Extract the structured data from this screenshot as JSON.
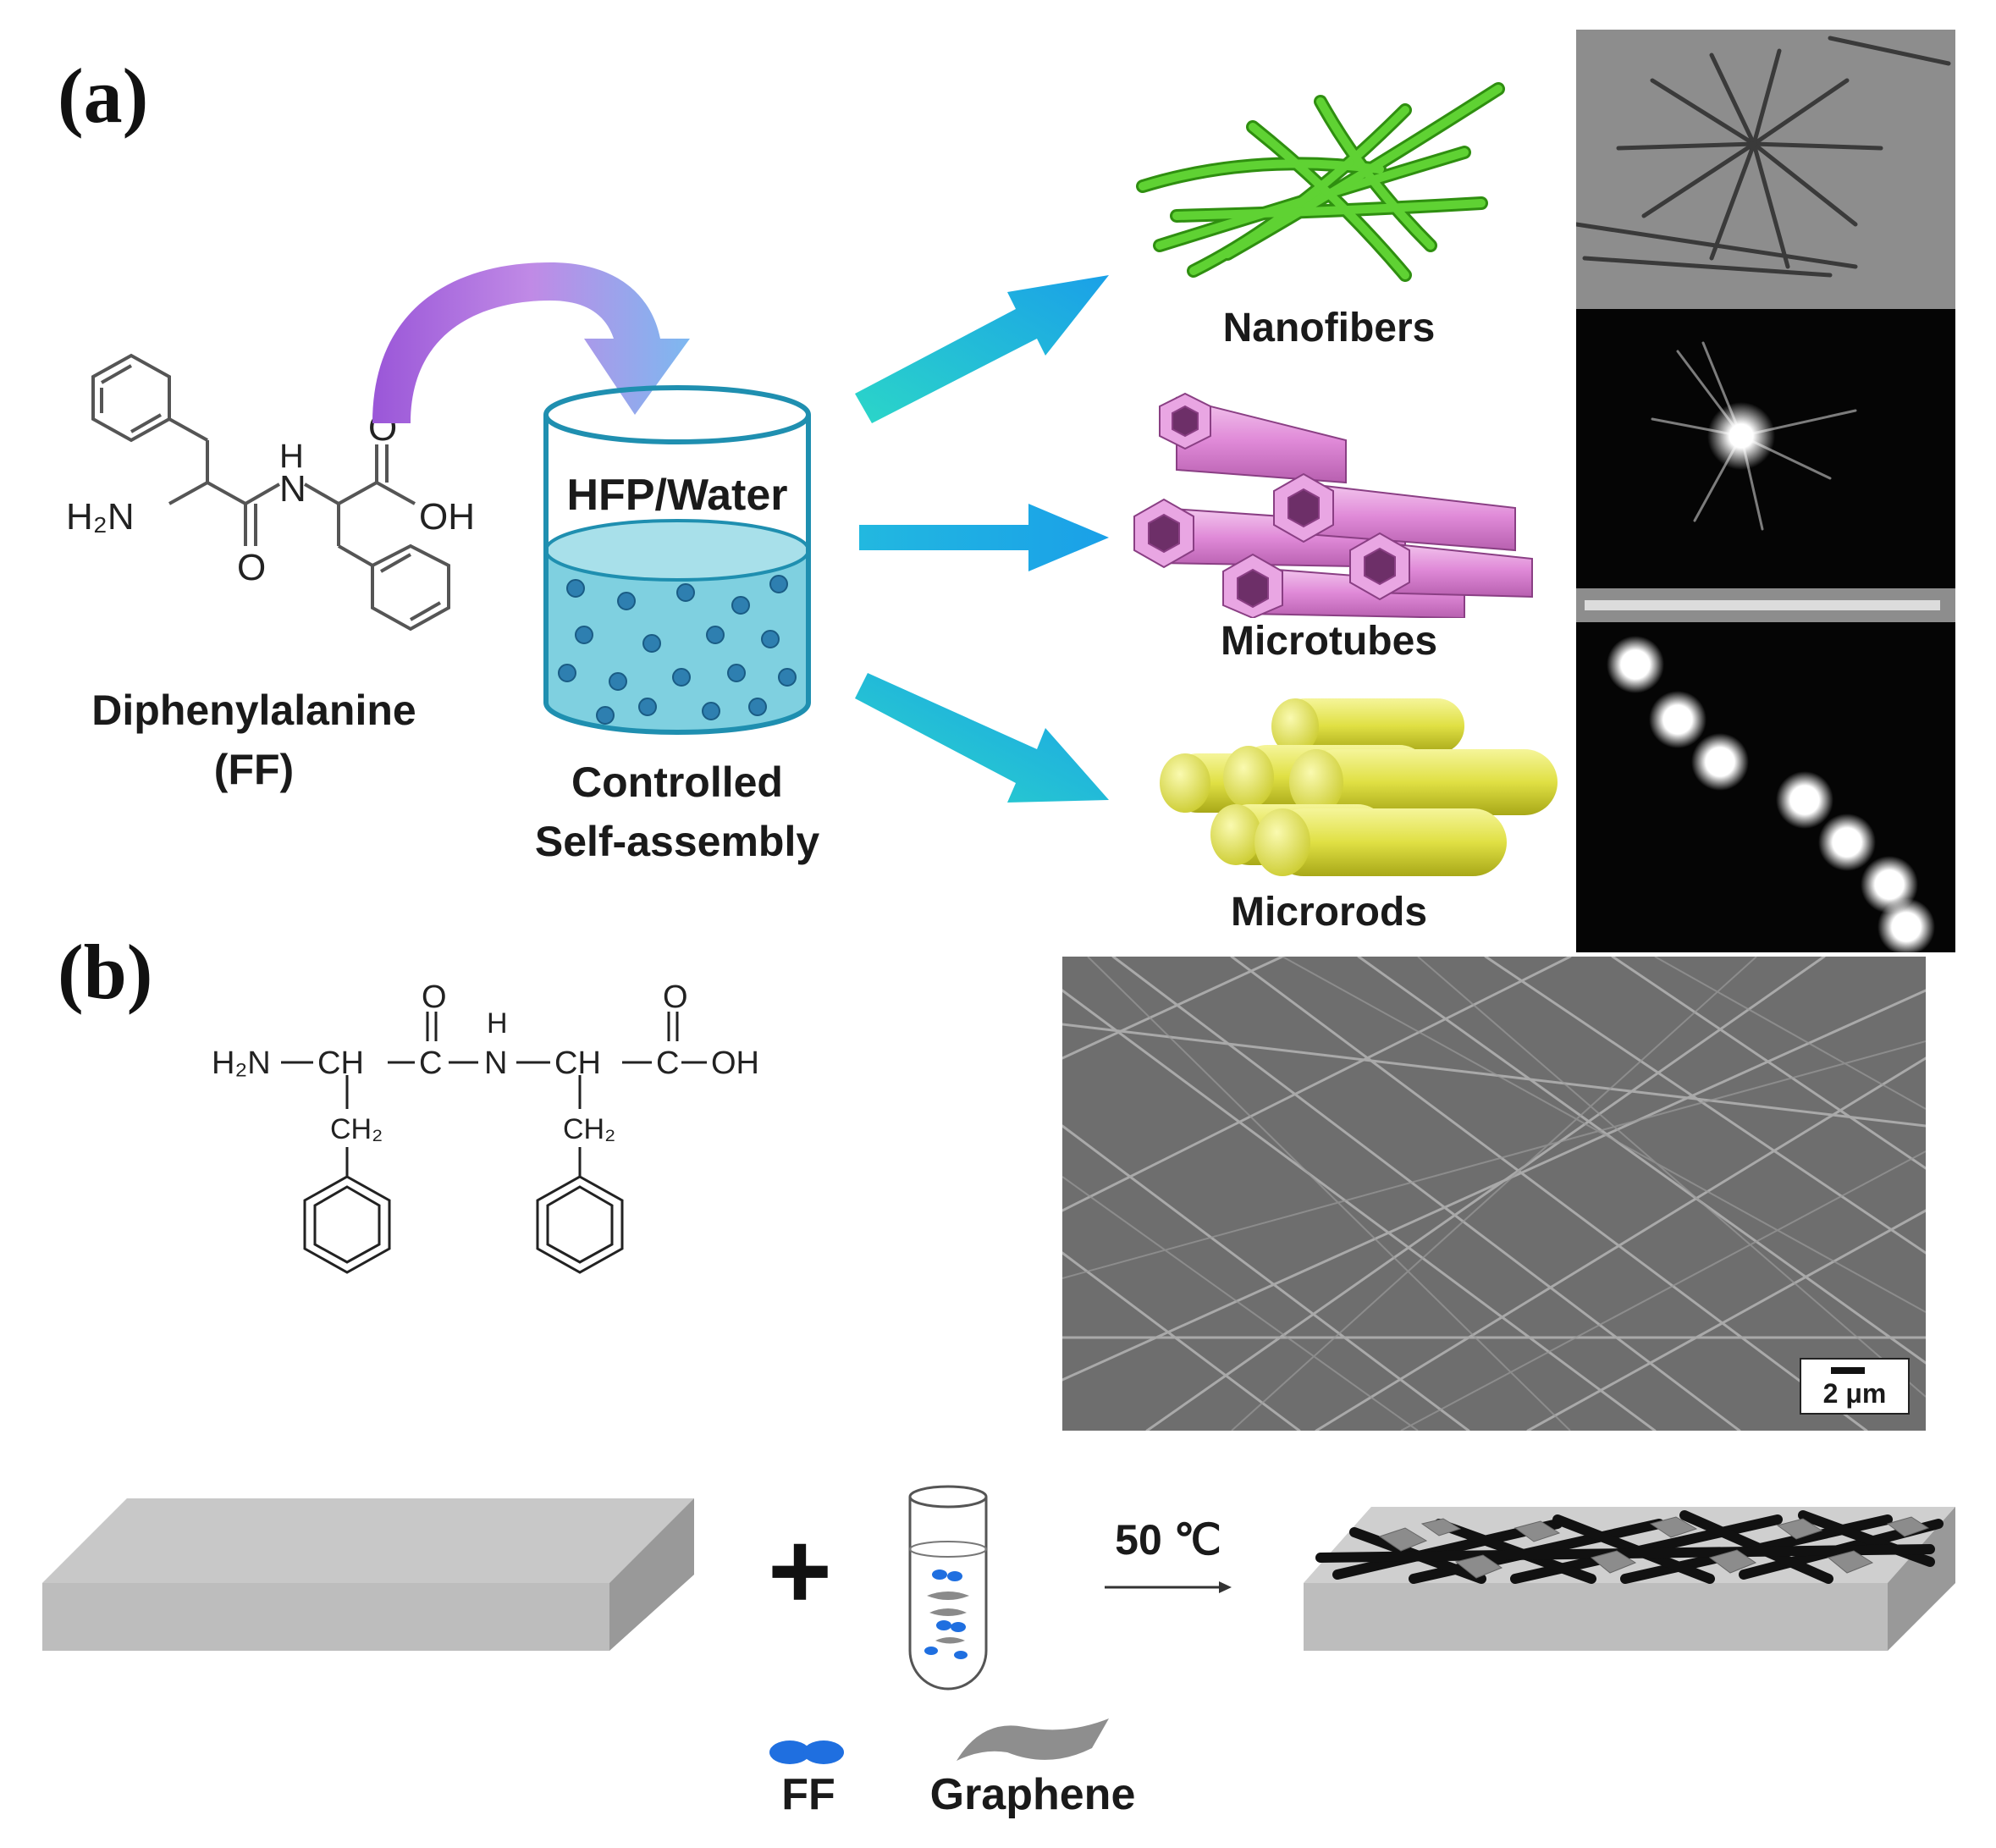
{
  "panels": {
    "a": {
      "letter": "(a)"
    },
    "b": {
      "letter": "(b)"
    }
  },
  "panel_a": {
    "molecule_name_line1": "Diphenylalanine",
    "molecule_name_line2": "(FF)",
    "atoms": {
      "h2n": "H₂N",
      "h": "H",
      "n": "N",
      "o_top": "O",
      "o_bottom": "O",
      "oh": "OH"
    },
    "beaker_label": "HFP/Water",
    "process_line1": "Controlled",
    "process_line2": "Self-assembly",
    "products": [
      "Nanofibers",
      "Microtubes",
      "Microrods"
    ],
    "colors": {
      "nanofiber": "#4cc21f",
      "microtube": "#e6a3e0",
      "microrod": "#e3e34a",
      "arrow": "#19a3e8",
      "liquid": "#7fd0e0"
    }
  },
  "panel_b": {
    "formula": {
      "h2n": "H₂N",
      "ch1": "CH",
      "c1": "C",
      "n": "N",
      "ch2": "CH",
      "c2": "C",
      "oh": "OH",
      "o1": "O",
      "h": "H",
      "o2": "O",
      "ch2a": "CH₂",
      "ch2b": "CH₂"
    },
    "scale_bar": "2 μm",
    "temperature": "50 ℃",
    "plus": "+",
    "legend": [
      "FF",
      "Graphene"
    ]
  }
}
